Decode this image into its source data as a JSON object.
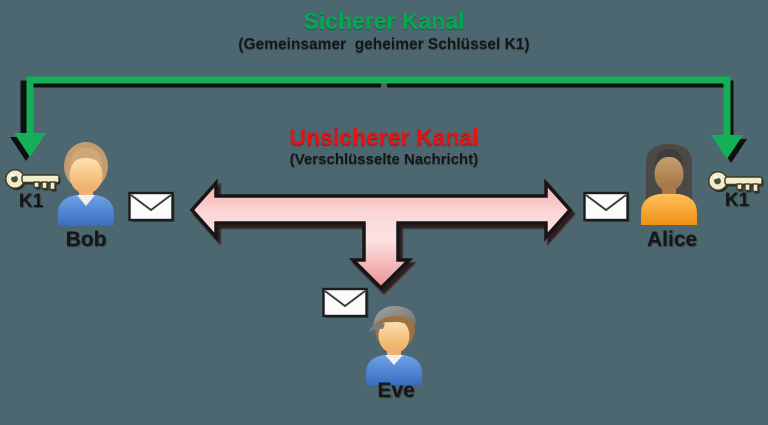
{
  "colors": {
    "background": "#4d6770",
    "secure_channel_green": "#00ab50",
    "arrow_green": "#14b058",
    "insecure_channel_red": "#ed1111",
    "arrow_pink_light": "#fbd6d6",
    "arrow_pink_dark": "#ec9090",
    "key_gold": "#f2ecca",
    "envelope_white": "#fbfbfb",
    "bob_shirt_blue": "#4a82d6",
    "alice_shirt_orange": "#f6a430",
    "eve_cap_gray": "#8d8d8b"
  },
  "secure_channel": {
    "title": "Sicherer Kanal",
    "subtitle": "(Gemeinsamer  geheimer Schlüssel K1)"
  },
  "insecure_channel": {
    "title": "Unsicherer Kanal",
    "subtitle": "(Verschlüsselte Nachricht)"
  },
  "keys": {
    "left": {
      "label": "K1"
    },
    "right": {
      "label": "K1"
    }
  },
  "actors": {
    "bob": {
      "name": "Bob"
    },
    "alice": {
      "name": "Alice"
    },
    "eve": {
      "name": "Eve"
    }
  }
}
